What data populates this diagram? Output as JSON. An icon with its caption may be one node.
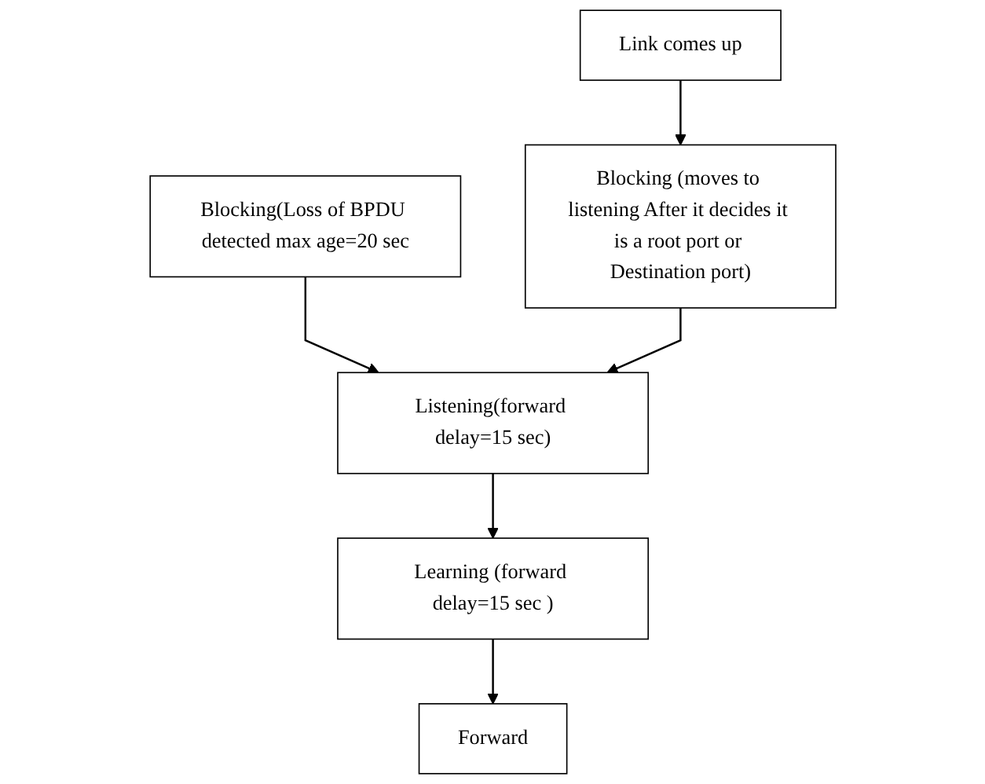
{
  "diagram": {
    "nodes": [
      {
        "text": [
          "Blocking(Loss of BPDU detected max age=20 sec"
        ]
      },
      {
        "text": [
          "Listening(forward delay=15 sec)"
        ]
      },
      {
        "text": [
          "Learning (forward delay=15 sec )"
        ]
      },
      {
        "text": [
          "Forward"
        ]
      },
      {
        "text": [
          "Blocking (moves to listening After it decides it is a root port or Destination port)"
        ]
      },
      {
        "text": [
          "Link comes up"
        ]
      }
    ],
    "edges": [
      {
        "from": 0,
        "to": 1,
        "arrow": "to"
      },
      {
        "from": 1,
        "to": 2,
        "arrow": "to"
      },
      {
        "from": 2,
        "to": 3,
        "arrow": "to"
      },
      {
        "from": 5,
        "to": 4,
        "arrow": "to"
      },
      {
        "from": 4,
        "to": 1,
        "arrow": "to"
      }
    ]
  }
}
